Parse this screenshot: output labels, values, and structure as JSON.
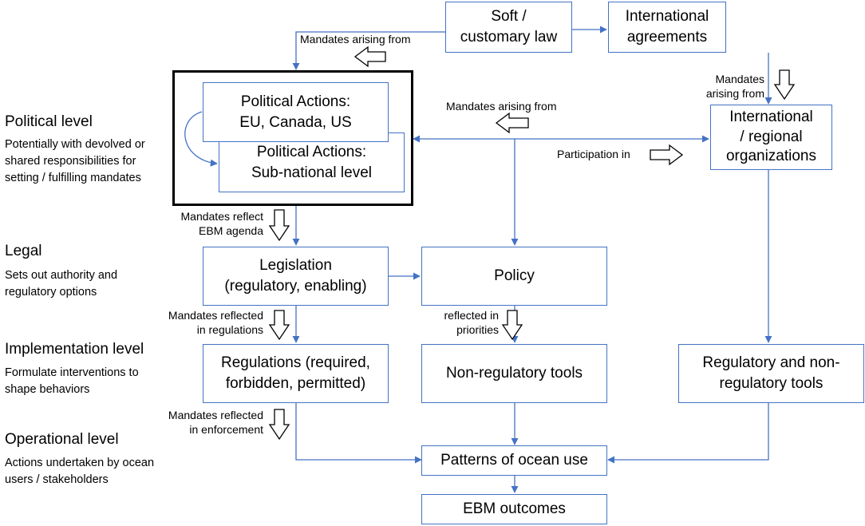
{
  "levels": {
    "political": {
      "title": "Political level",
      "desc": "Potentially with devolved or\nshared responsibilities for\nsetting / fulfilling mandates"
    },
    "legal": {
      "title": "Legal",
      "desc": "Sets out authority and\nregulatory options"
    },
    "implementation": {
      "title": "Implementation level",
      "desc": "Formulate interventions to\nshape behaviors"
    },
    "operational": {
      "title": "Operational level",
      "desc": "Actions undertaken by ocean\nusers / stakeholders"
    }
  },
  "boxes": {
    "soft_law": "Soft /\ncustomary law",
    "intl_agreements": "International\nagreements",
    "political_national": "Political Actions:\nEU, Canada, US",
    "political_subnational": "Political Actions:\nSub-national level",
    "intl_orgs": "International\n/ regional\norganizations",
    "legislation": "Legislation\n(regulatory, enabling)",
    "policy": "Policy",
    "regulations": "Regulations (required,\nforbidden, permitted)",
    "non_reg_tools": "Non-regulatory tools",
    "reg_nonreg_tools": "Regulatory and non-\nregulatory tools",
    "patterns": "Patterns of ocean use",
    "outcomes": "EBM outcomes"
  },
  "labels": {
    "mandates_top": "Mandates arising from",
    "mandates_right": "Mandates\narising from",
    "mandates_center": "Mandates arising from",
    "participation": "Participation in",
    "ebm_agenda": "Mandates reflect\nEBM agenda",
    "in_regulations": "Mandates reflected\nin regulations",
    "in_priorities": "reflected in\npriorities",
    "in_enforcement": "Mandates reflected\nin enforcement"
  },
  "colors": {
    "box_border": "#4472c4",
    "connector": "#4472c4",
    "frame": "#000000",
    "block_arrow": "#000000"
  }
}
